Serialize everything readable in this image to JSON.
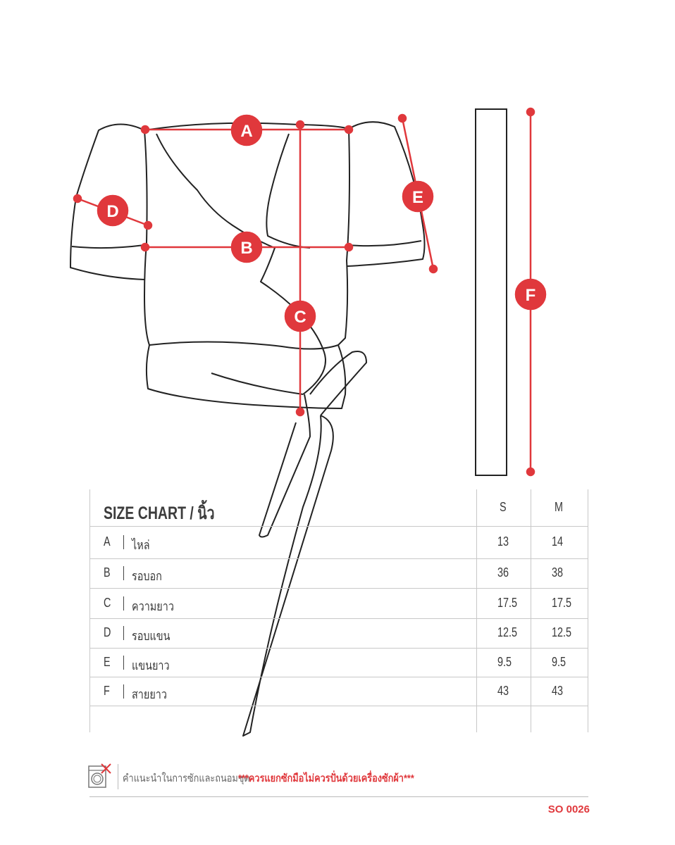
{
  "diagram": {
    "labels": [
      "A",
      "B",
      "C",
      "D",
      "E",
      "F"
    ],
    "marker_color": "#e0383c"
  },
  "size_chart": {
    "title": "SIZE CHART / นิ้ว",
    "sizes": [
      "S",
      "M"
    ],
    "rows": [
      {
        "key": "A",
        "name": "ไหล่",
        "S": "13",
        "M": "14"
      },
      {
        "key": "B",
        "name": "รอบอก",
        "S": "36",
        "M": "38"
      },
      {
        "key": "C",
        "name": "ความยาว",
        "S": "17.5",
        "M": "17.5"
      },
      {
        "key": "D",
        "name": "รอบแขน",
        "S": "12.5",
        "M": "12.5"
      },
      {
        "key": "E",
        "name": "แขนยาว",
        "S": "9.5",
        "M": "9.5"
      },
      {
        "key": "F",
        "name": "สายยาว",
        "S": "43",
        "M": "43"
      }
    ]
  },
  "care": {
    "icon": "no-machine-wash-icon",
    "label": "คำแนะนำในการซักและถนอมชุด",
    "warning": "***ควรแยกซักมือไม่ควรปั่นด้วยเครื่องซักผ้า***"
  },
  "product_code": "SO 0026"
}
